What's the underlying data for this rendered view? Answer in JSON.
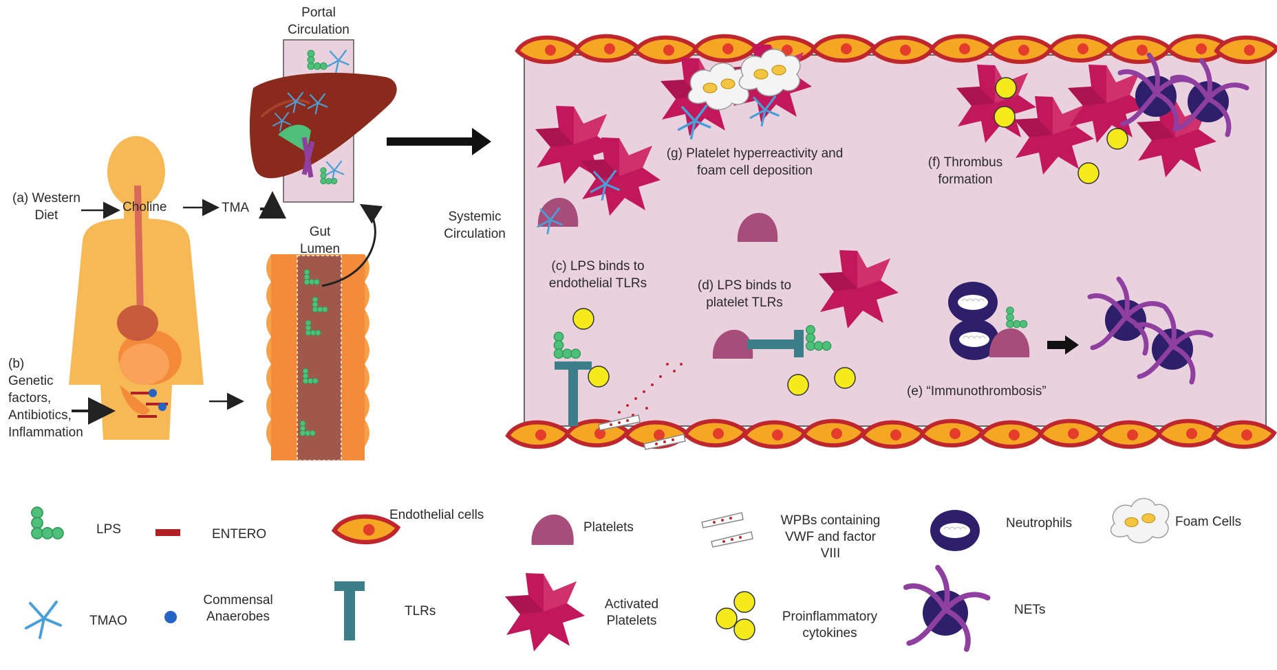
{
  "figure": {
    "labels": {
      "western_diet": [
        "(a) Western",
        "Diet"
      ],
      "choline": "Choline",
      "tma": "TMA",
      "portal": [
        "Portal",
        "Circulation"
      ],
      "gut_lumen": [
        "Gut",
        "Lumen"
      ],
      "genetic": [
        "(b)",
        "Genetic",
        "factors,",
        "Antibiotics,",
        "Inflammation"
      ],
      "systemic": [
        "Systemic",
        "Circulation"
      ],
      "step_c": [
        "(c)  LPS binds to",
        "endothelial TLRs"
      ],
      "step_d": [
        "(d)  LPS binds to",
        "platelet TLRs"
      ],
      "step_e": "(e)  “Immunothrombosis”",
      "step_f": [
        "(f) Thrombus",
        "formation"
      ],
      "step_g": [
        "(g) Platelet hyperreactivity and",
        "foam cell deposition"
      ]
    },
    "legend": {
      "lps": "LPS",
      "entero": "ENTERO",
      "endothelial": "Endothelial cells",
      "platelets": "Platelets",
      "wpb": [
        "WPBs containing",
        "VWF and factor",
        "VIII"
      ],
      "neutrophils": "Neutrophils",
      "foam": "Foam Cells",
      "tmao": "TMAO",
      "commensal": [
        "Commensal",
        "Anaerobes"
      ],
      "tlrs": "TLRs",
      "activated": [
        "Activated",
        "Platelets"
      ],
      "cytokines": [
        "Proinflammatory",
        "cytokines"
      ],
      "nets": "NETs"
    },
    "colors": {
      "lps_green": "#4fc07a",
      "tmao_blue": "#4a9fd8",
      "entero_red": "#b01f24",
      "endothelial_orange": "#f5a623",
      "endothelial_border": "#c0262d",
      "platelet": "#a64d79",
      "activated_platelet": "#c2185b",
      "tlr_teal": "#3d7f89",
      "cytokine_yellow": "#f5ea1b",
      "neutrophil": "#2e1f6b",
      "net_purple": "#8e3fa0",
      "vessel_lumen": "#ead1de",
      "body_orange": "#f7b955"
    }
  }
}
